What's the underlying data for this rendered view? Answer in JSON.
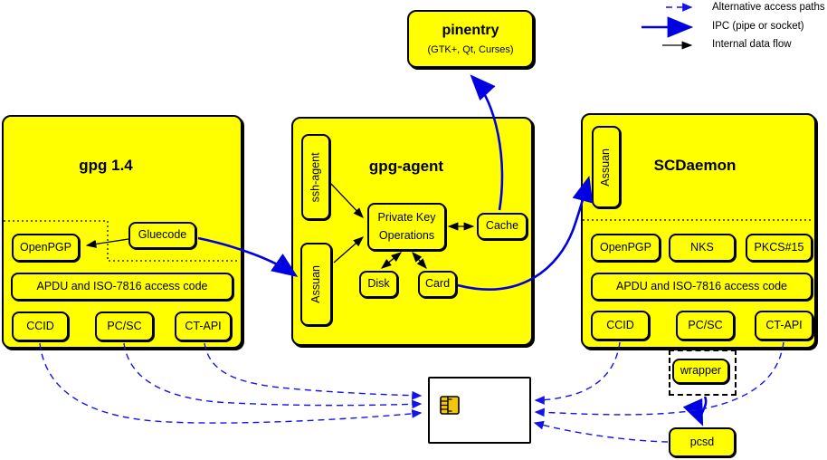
{
  "legend": {
    "alt": "Alternative access paths",
    "ipc": "IPC (pipe or socket)",
    "internal": "Internal data flow"
  },
  "pinentry": {
    "title": "pinentry",
    "subtitle": "(GTK+, Qt, Curses)"
  },
  "gpg14": {
    "title": "gpg 1.4",
    "openpgp": "OpenPGP",
    "gluecode": "Gluecode",
    "apdu": "APDU and ISO-7816 access code",
    "ccid": "CCID",
    "pcsc": "PC/SC",
    "ctapi": "CT-API"
  },
  "gpg_agent": {
    "title": "gpg-agent",
    "ssh_agent": "ssh-agent",
    "assuan": "Assuan",
    "pko_line1": "Private Key",
    "pko_line2": "Operations",
    "cache": "Cache",
    "disk": "Disk",
    "card": "Card"
  },
  "scdaemon": {
    "title": "SCDaemon",
    "assuan": "Assuan",
    "openpgp": "OpenPGP",
    "nks": "NKS",
    "pkcs15": "PKCS#15",
    "apdu": "APDU and ISO-7816 access code",
    "ccid": "CCID",
    "pcsc": "PC/SC",
    "ctapi": "CT-API"
  },
  "peripherals": {
    "wrapper": "wrapper",
    "pcsd": "pcsd"
  },
  "colors": {
    "node_fill": "#ffff00",
    "ipc_blue": "#0000e0",
    "alt_blue": "#1414ea",
    "line_black": "#000000",
    "chip_gold": "#f2c60a"
  }
}
